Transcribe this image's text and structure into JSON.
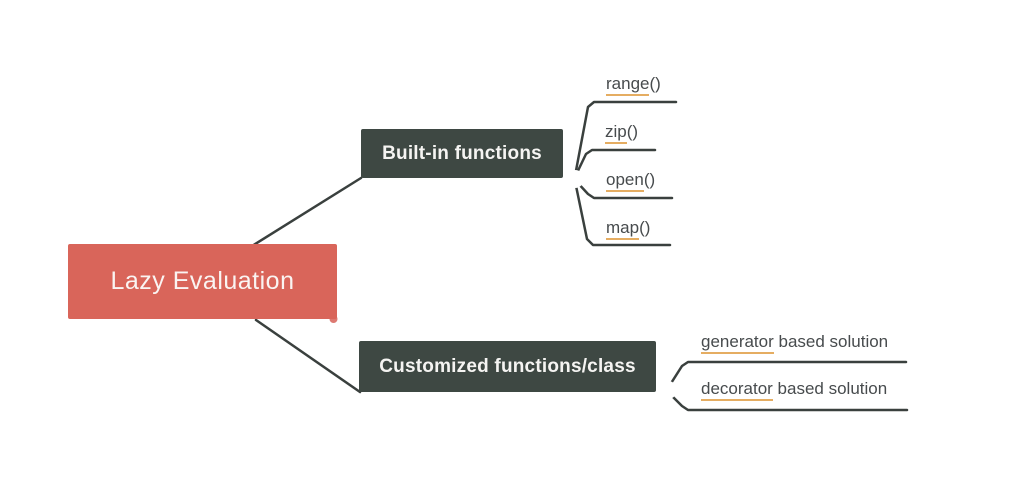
{
  "diagram": {
    "title": "Lazy Evaluation mind map",
    "root": {
      "label": "Lazy Evaluation"
    },
    "branches": [
      {
        "label": "Built-in functions",
        "children": [
          {
            "link": "range",
            "rest": "()"
          },
          {
            "link": "zip",
            "rest": "()"
          },
          {
            "link": "open",
            "rest": "()"
          },
          {
            "link": "map",
            "rest": "()"
          }
        ]
      },
      {
        "label": "Customized functions/class",
        "children": [
          {
            "link": "generator",
            "rest": " based solution"
          },
          {
            "link": "decorator",
            "rest": " based solution"
          }
        ]
      }
    ],
    "colors": {
      "root_bg": "#d9655a",
      "branch_bg": "#3e4843",
      "line": "#3a403e",
      "leaf_text": "#474b4d",
      "underline": "#e5ad62",
      "blue_dot_fill": "#4a90d8",
      "blue_dot_ring": "#aecdef",
      "red_dot": "#d4574e",
      "handle_fill": "#ffffff"
    }
  }
}
